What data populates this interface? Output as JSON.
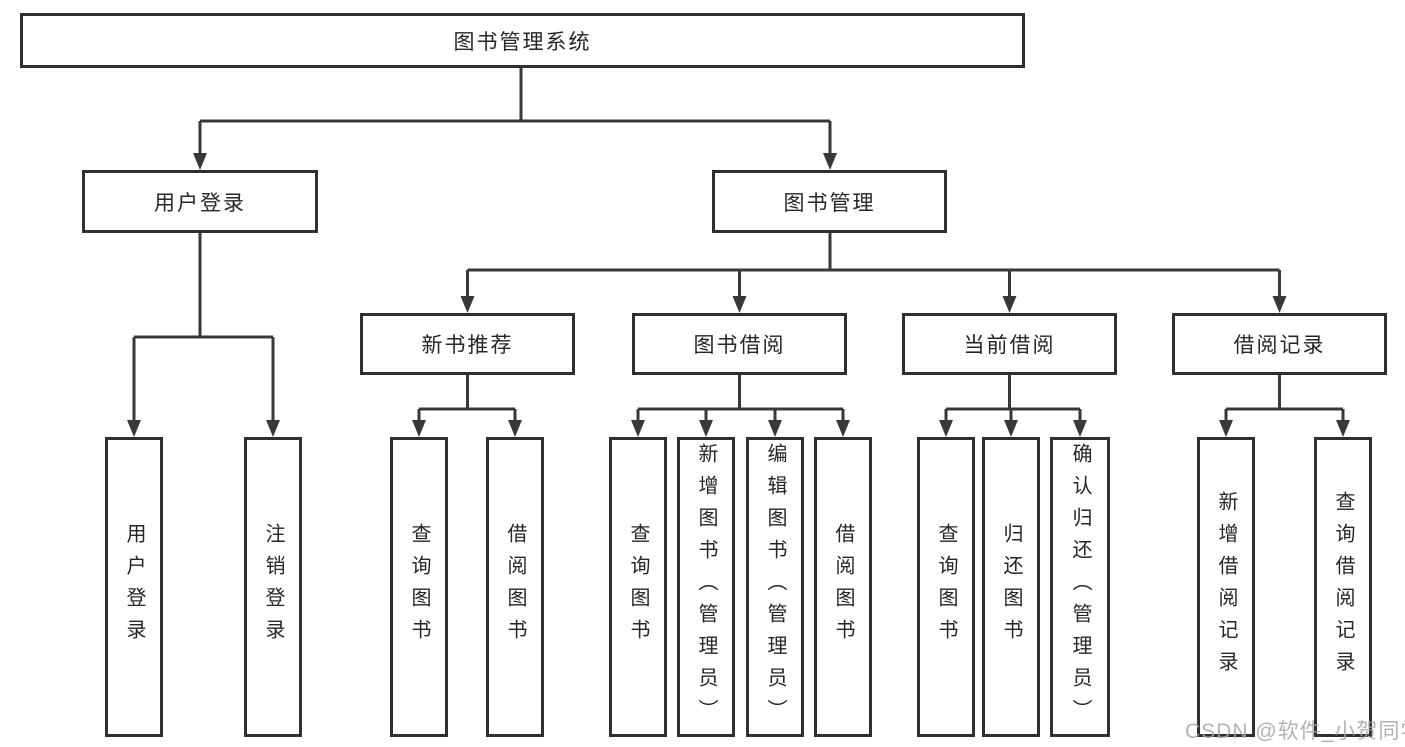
{
  "diagram": {
    "root": "图书管理系统",
    "branches": {
      "user_login": {
        "label": "用户登录",
        "children": [
          "用户登录",
          "注销登录"
        ]
      },
      "book_mgmt": {
        "label": "图书管理",
        "sections": [
          {
            "label": "新书推荐",
            "children": [
              "查询图书",
              "借阅图书"
            ]
          },
          {
            "label": "图书借阅",
            "children": [
              "查询图书",
              "新增图书（管理员）",
              "编辑图书（管理员）",
              "借阅图书"
            ]
          },
          {
            "label": "当前借阅",
            "children": [
              "查询图书",
              "归还图书",
              "确认归还（管理员）"
            ]
          },
          {
            "label": "借阅记录",
            "children": [
              "新增借阅记录",
              "查询借阅记录"
            ]
          }
        ]
      }
    }
  },
  "watermark": "CSDN @软件_小贺同学",
  "colors": {
    "line": "#383838",
    "box_border": "#2f2f2f",
    "text": "#262626",
    "watermark": "#a4a4a4",
    "background": "#ffffff"
  }
}
